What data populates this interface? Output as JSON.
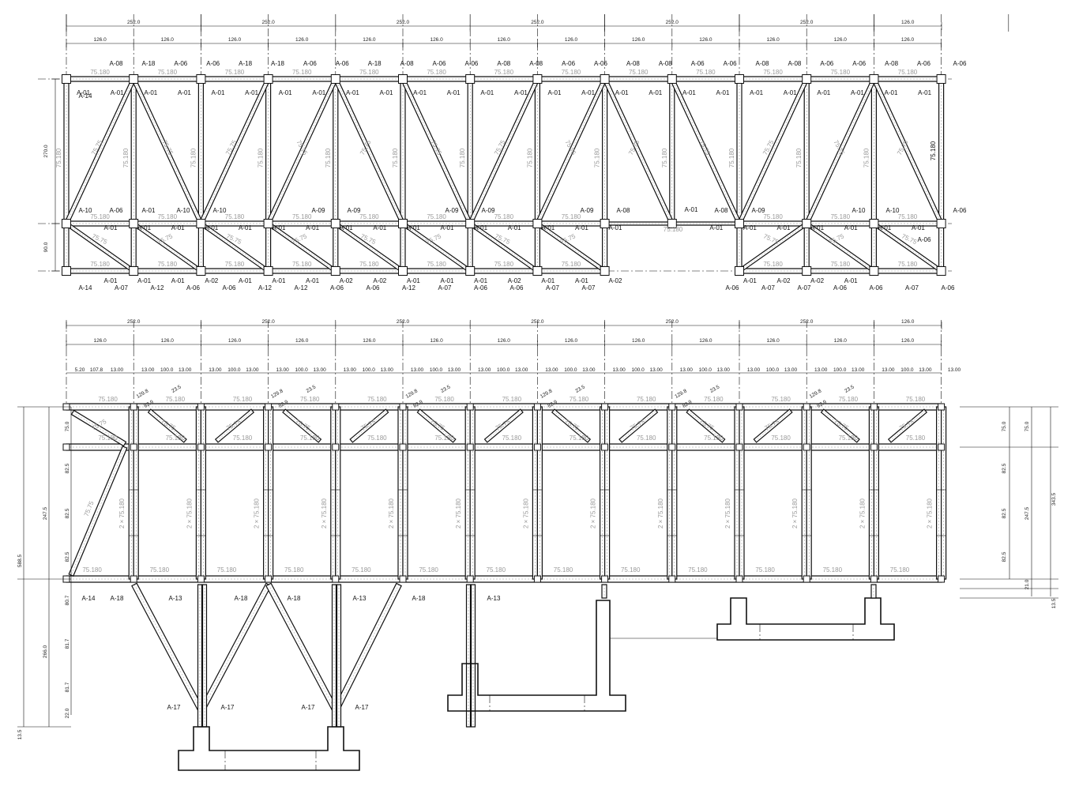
{
  "plan": {
    "bays": [
      "252.0",
      "252.0",
      "252.0",
      "252.0",
      "252.0",
      "252.0",
      "126.0"
    ],
    "halves": [
      "126.0",
      "126.0",
      "126.0",
      "126.0",
      "126.0",
      "126.0",
      "126.0",
      "126.0",
      "126.0",
      "126.0",
      "126.0",
      "126.0",
      "126.0"
    ],
    "height_top": "270.0",
    "height_bottom": "90.0",
    "member_chord": "75.180",
    "member_diag": "75.75",
    "top_labels": [
      "A-08",
      "A-18",
      "A-06",
      "A-06",
      "A-18",
      "A-18",
      "A-06",
      "A-06",
      "A-18",
      "A-08",
      "A-06",
      "A-06",
      "A-08",
      "A-08",
      "A-06",
      "A-06",
      "A-08",
      "A-08",
      "A-06",
      "A-06",
      "A-08",
      "A-08",
      "A-06",
      "A-06",
      "A-08",
      "A-06"
    ],
    "a01": "A-01",
    "a14": "A-14",
    "a10": "A-10",
    "a06": "A-06",
    "a09": "A-09",
    "a08": "A-08",
    "a07": "A-07",
    "a12": "A-12",
    "a02": "A-02"
  },
  "elevation": {
    "bays": [
      "252.0",
      "252.0",
      "252.0",
      "252.0",
      "252.0",
      "252.0",
      "126.0"
    ],
    "halves": [
      "126.0",
      "126.0",
      "126.0",
      "126.0",
      "126.0",
      "126.0",
      "126.0",
      "126.0",
      "126.0",
      "126.0",
      "126.0",
      "126.0",
      "126.0"
    ],
    "subdiv_first": [
      "5.20",
      "107.8",
      "13.00"
    ],
    "subdiv": [
      "13.00",
      "100.0",
      "13.00"
    ],
    "subdiv_last": "13.00",
    "gusset": [
      "129.8",
      "23.5",
      "82.9"
    ],
    "left_dims": [
      "75.0",
      "82.5",
      "82.5",
      "82.5",
      "247.5",
      "588.5",
      "80.7",
      "81.7",
      "81.7",
      "22.0",
      "266.0",
      "13.5"
    ],
    "right_dims": [
      "75.0",
      "82.5",
      "82.5",
      "82.5",
      "247.5",
      "343.5",
      "21.0",
      "13.5"
    ],
    "post_label": "2 × 75.180",
    "member_chord": "75.180",
    "member_diag": "75.75",
    "labels": {
      "a14": "A-14",
      "a18": "A-18",
      "a13": "A-13",
      "a17": "A-17"
    }
  }
}
